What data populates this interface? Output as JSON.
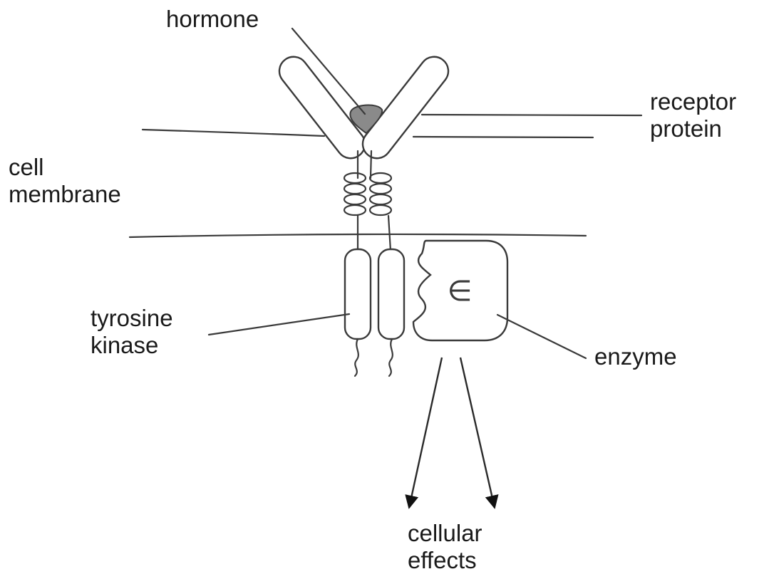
{
  "labels": {
    "hormone": "hormone",
    "receptor_line1": "receptor",
    "receptor_line2": "protein",
    "membrane_line1": "cell",
    "membrane_line2": "membrane",
    "kinase_line1": "tyrosine",
    "kinase_line2": "kinase",
    "enzyme": "enzyme",
    "effects_line1": "cellular",
    "effects_line2": "effects"
  },
  "enzyme_symbol": "∈",
  "colors": {
    "ink": "#3a3a3a",
    "hormone_fill": "#8a8a8a"
  }
}
